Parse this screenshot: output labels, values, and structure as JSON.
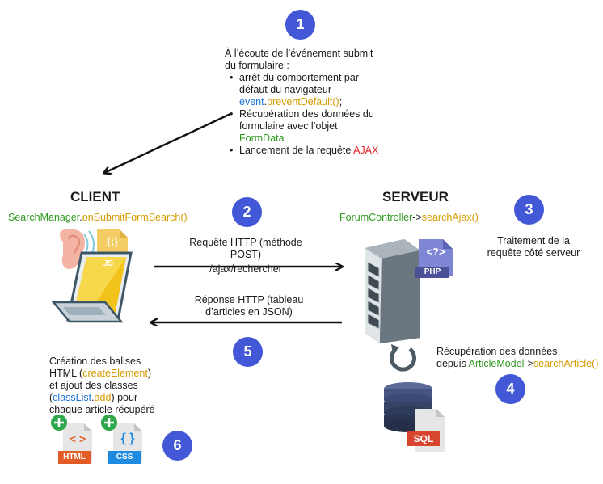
{
  "steps": [
    "1",
    "2",
    "3",
    "4",
    "5",
    "6"
  ],
  "step1": {
    "intro_line1": "À l’écoute de l’événement submit",
    "intro_line2": "du formulaire :",
    "bullet1_line1": "arrêt du comportement par",
    "bullet1_line2": "défaut du navigateur",
    "bullet1_code_obj": "event",
    "bullet1_code_dot": ".",
    "bullet1_code_method": "preventDefault()",
    "bullet1_code_end": ";",
    "bullet2_line1": "Récupération des données du",
    "bullet2_line2": "formulaire avec l’objet",
    "bullet2_code": "FormData",
    "bullet3_text": "Lancement de la requête ",
    "bullet3_code": "AJAX"
  },
  "client": {
    "title": "CLIENT",
    "code_class": "SearchManager",
    "code_dot": ".",
    "code_method": "onSubmitFormSearch()"
  },
  "server": {
    "title": "SERVEUR",
    "code_class": "ForumController",
    "code_arrow": "->",
    "code_method": "searchAjax()"
  },
  "request": {
    "line1": "Requête HTTP (méthode POST)",
    "line2": "/ajax/rechercher"
  },
  "response": {
    "line1": "Réponse HTTP (tableau",
    "line2": "d’articles en JSON)"
  },
  "step3": {
    "line1": "Traitement de la",
    "line2": "requête côté serveur"
  },
  "step4": {
    "line1": "Récupération des données",
    "line2_text": "depuis ",
    "code_class": "ArticleModel",
    "code_arrow": "->",
    "code_method": "searchArticle()"
  },
  "step6": {
    "line1": "Création des balises",
    "line2_text": "HTML (",
    "line2_code": "createElement",
    "line2_end": ")",
    "line3": "et ajout des classes",
    "line4_open": "(",
    "line4_code_obj": "classList",
    "line4_code_dot": ".",
    "line4_code_method": "add",
    "line4_end": ") pour",
    "line5": "chaque article récupéré"
  },
  "icons": {
    "js_label": "JS",
    "js_symbol": "{;}",
    "php_label": "PHP",
    "php_symbol": "<?>",
    "sql_label": "SQL",
    "html_label": "HTML",
    "html_symbol": "< >",
    "css_label": "CSS",
    "css_symbol": "{ }"
  },
  "colors": {
    "badge": "#4258d6",
    "code_green": "#2e9a1e",
    "code_orange": "#d79b00",
    "code_blue": "#1e74d6",
    "code_red": "#e02020",
    "php_purple": "#7f86d6",
    "html_orange": "#e45c25",
    "css_blue": "#1e8ae0",
    "js_yellow": "#f3cd64",
    "laptop_screen": "#f2c31a"
  }
}
